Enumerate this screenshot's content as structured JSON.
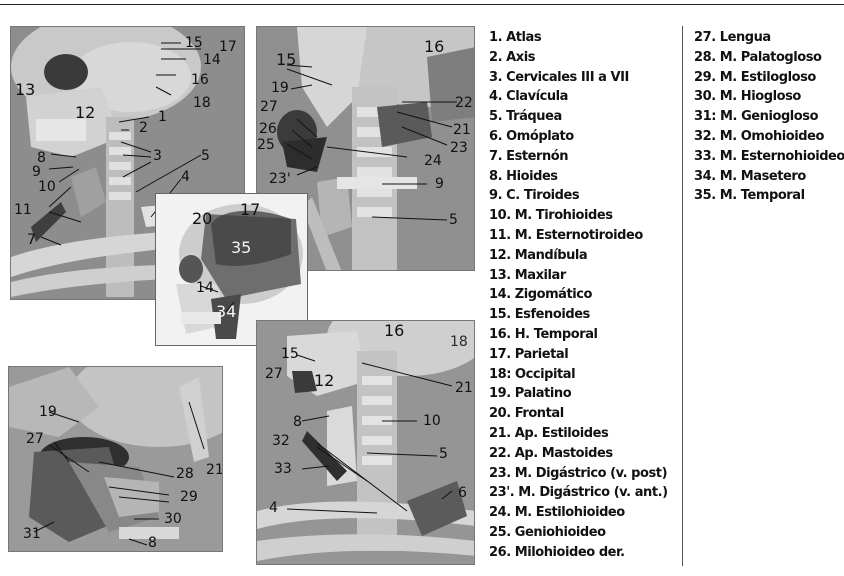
{
  "panels": {
    "top_left": {
      "labels": [
        "15",
        "17",
        "14",
        "16",
        "18",
        "13",
        "12",
        "1",
        "2",
        "3",
        "8",
        "9",
        "10",
        "5",
        "4",
        "11",
        "7"
      ]
    },
    "top_right": {
      "labels": [
        "15",
        "16",
        "19",
        "22",
        "27",
        "21",
        "26",
        "23",
        "25",
        "24",
        "23'",
        "9",
        "5"
      ]
    },
    "center": {
      "labels": [
        "20",
        "17",
        "35",
        "14",
        "34"
      ]
    },
    "bottom_left": {
      "labels": [
        "19",
        "27",
        "21",
        "28",
        "29",
        "30",
        "31",
        "8"
      ]
    },
    "bottom_right": {
      "labels": [
        "16",
        "18",
        "15",
        "27",
        "12",
        "21",
        "8",
        "10",
        "32",
        "5",
        "33",
        "4",
        "6"
      ]
    }
  },
  "legend": {
    "column1": [
      "1. Atlas",
      "2. Axis",
      "3. Cervicales III a VII",
      "4. Clavícula",
      "5. Tráquea",
      "6. Omóplato",
      "7. Esternón",
      "8. Hioides",
      "9. C. Tiroides",
      "10. M. Tirohioides",
      "11. M. Esternotiroideo",
      "12. Mandíbula",
      "13. Maxilar",
      "14. Zigomático",
      "15. Esfenoides",
      "16. H. Temporal",
      "17. Parietal",
      "18: Occipital",
      "19. Palatino",
      "20. Frontal",
      "21. Ap. Estiloides",
      "22. Ap. Mastoides",
      "23. M. Digástrico (v. post)",
      "23'. M. Digástrico (v. ant.)",
      "24. M. Estilohioideo",
      "25. Geniohioideo",
      "26. Milohioideo der."
    ],
    "column2": [
      "27. Lengua",
      "28. M. Palatogloso",
      "29. M.  Estilogloso",
      "30. M. Hiogloso",
      "31: M. Geniogloso",
      "32. M. Omohioideo",
      "33. M. Esternohioideo",
      "34. M. Masetero",
      "35. M. Temporal"
    ]
  }
}
